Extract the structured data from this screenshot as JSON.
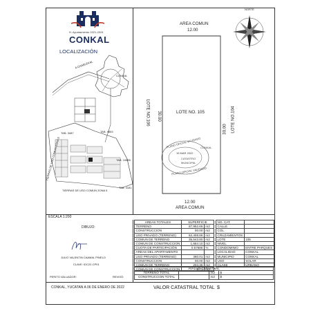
{
  "logo": {
    "header_small": "H. Ayuntamiento 2021-2024",
    "name": "CONKAL",
    "location_title": "LOCALIZACIÓN"
  },
  "lot": {
    "top_label": "AREA COMUN",
    "top_dim": "12.00",
    "bottom_dim": "12.00",
    "bottom_label": "AREA COMUN",
    "left_label": "LOTE NO.106",
    "left_dim": "30.00",
    "right_dim": "30.00",
    "right_label": "LOTE NO.104",
    "center_label": "LOTE NO. 105"
  },
  "stamp": {
    "ring_top": "PLANO OFICIAL VALIDADO",
    "ring_bottom": "PLANO OFICIAL VALIDADO",
    "inner1": "CATASTRO",
    "inner2": "MUNICIPAL",
    "date": "15 MAR 2022",
    "org": "CONKAL"
  },
  "compass": {
    "north": "NORTE"
  },
  "map": {
    "label_conkal": "CONKAL",
    "label_tab3487": "TAB. 3487",
    "label_tab4853": "TAB. 4853",
    "label_tab10885": "TAB. 10885",
    "label_tab4181": "TAB. 4181",
    "label_zone": "TIERRAS DE USO COMUN ZONA 5",
    "label_zone_side": "TIERRAS DE USO COMUN ZONA 5",
    "label_road": "A CHABLEKAL"
  },
  "scale": "ESCALA 1:200",
  "signature": {
    "drawn_label": "DIBUJO:",
    "name": "JULIO VALENTIN CAAMAL PINELO",
    "key": "CLAVE: IDC22-CP01"
  },
  "review": {
    "perito": "PERITO VALUADOR:",
    "reviso": "REVISÓ:"
  },
  "areas": {
    "header_total": "AREAS TOTALES",
    "header_sup": "SUPERFICIE",
    "rows": [
      {
        "label": "TERRENO",
        "value": "87,952.66",
        "unit": "m2"
      },
      {
        "label": "CONSTRUCCION",
        "value": "00.00",
        "unit": "m2"
      },
      {
        "label": "USO PRIVADO (TERRENO)",
        "value": "62,408.86",
        "unit": "m2"
      },
      {
        "label": "COMUN DE TERRENO",
        "value": "35,543.80",
        "unit": "m2"
      },
      {
        "label": "COMUN DE CONSTRUCCION",
        "value": "1,684.10",
        "unit": "m2"
      },
      {
        "label": "CUOTA DE PARTICIPACIÓN",
        "value": "0.57686",
        "unit": "%"
      },
      {
        "label": "AREAS DEL APARTAMENTO",
        "value": "",
        "unit": ""
      },
      {
        "label": "USO PRIVADO (TERRENO)",
        "value": "360.01",
        "unit": "m2"
      },
      {
        "label": "CONSTRUCCION",
        "value": "00.00",
        "unit": "m2"
      },
      {
        "label": "COMUN DE TERRENO",
        "value": "204.36",
        "unit": "m2"
      },
      {
        "label": "COMUN DE CONSTRUCCION",
        "value": "9.71",
        "unit": "m2"
      }
    ]
  },
  "cadastral": {
    "rows": [
      {
        "label": "NO. CAT.",
        "value": ""
      },
      {
        "label": "CALLE",
        "value": ""
      },
      {
        "label": "COL.",
        "value": ""
      },
      {
        "label": "CRUZAMIENTOS",
        "value": ""
      },
      {
        "label": "LOTE",
        "value": "105"
      },
      {
        "label": "NIVEL",
        "value": ""
      },
      {
        "label": "CONDOMINIO",
        "value": "ENTRE PARQUES"
      },
      {
        "label": "LOCALIDAD",
        "value": "CONKAL"
      },
      {
        "label": "MUNICIPIO",
        "value": "CONKAL"
      },
      {
        "label": "USO",
        "value": "SOLAR"
      },
      {
        "label": "CLASE",
        "value": "URBANO"
      }
    ]
  },
  "avaluo": {
    "title": "AVALUO CATASTRAL",
    "row1_label": "TERRENO TOTAL",
    "row1_unit": "m2",
    "row1_cur": "$",
    "row2_label": "CONSTRUCCION TOTAL",
    "row2_unit": "m2",
    "row2_cur": "$",
    "total_label": "VALOR CATASTRAL TOTAL",
    "total_cur": "$"
  },
  "footer": {
    "place_date": "CONKAL, YUCATAN  A  06  DE ENERO DE 2022"
  }
}
